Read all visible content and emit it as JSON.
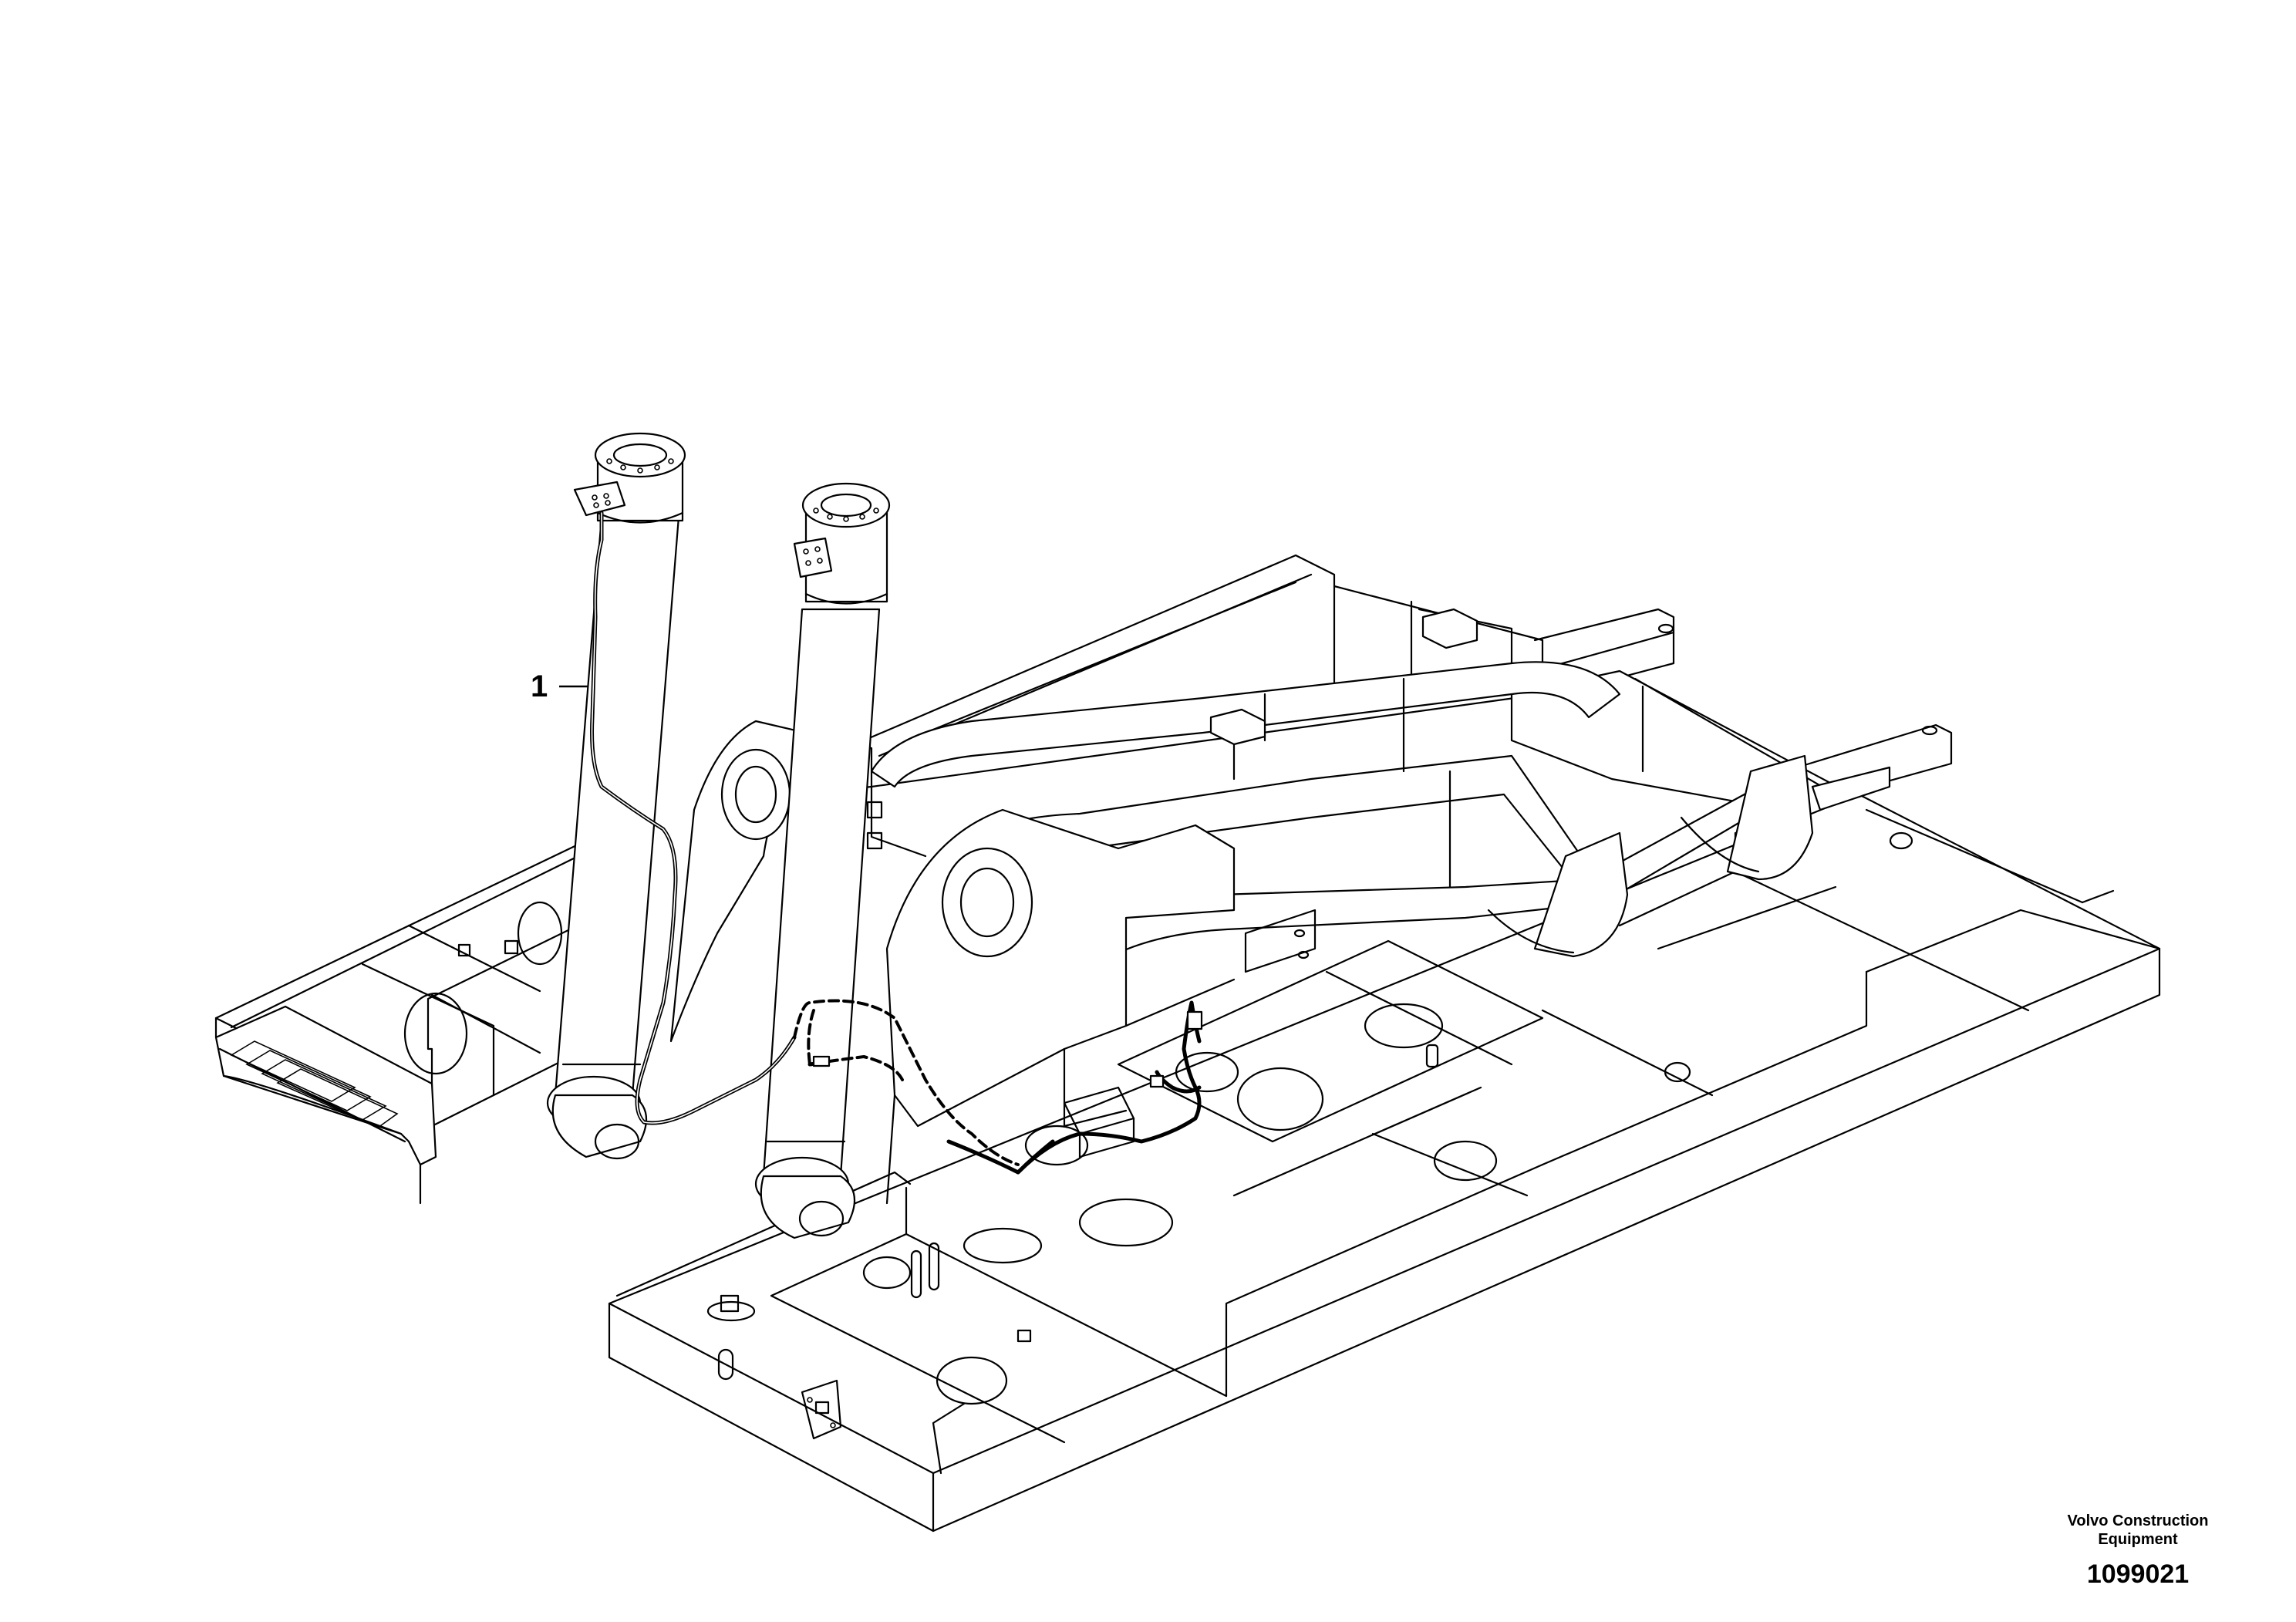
{
  "callouts": [
    {
      "label": "1"
    }
  ],
  "footer": {
    "brand_line1": "Volvo Construction",
    "brand_line2": "Equipment",
    "document_number": "1099021"
  }
}
